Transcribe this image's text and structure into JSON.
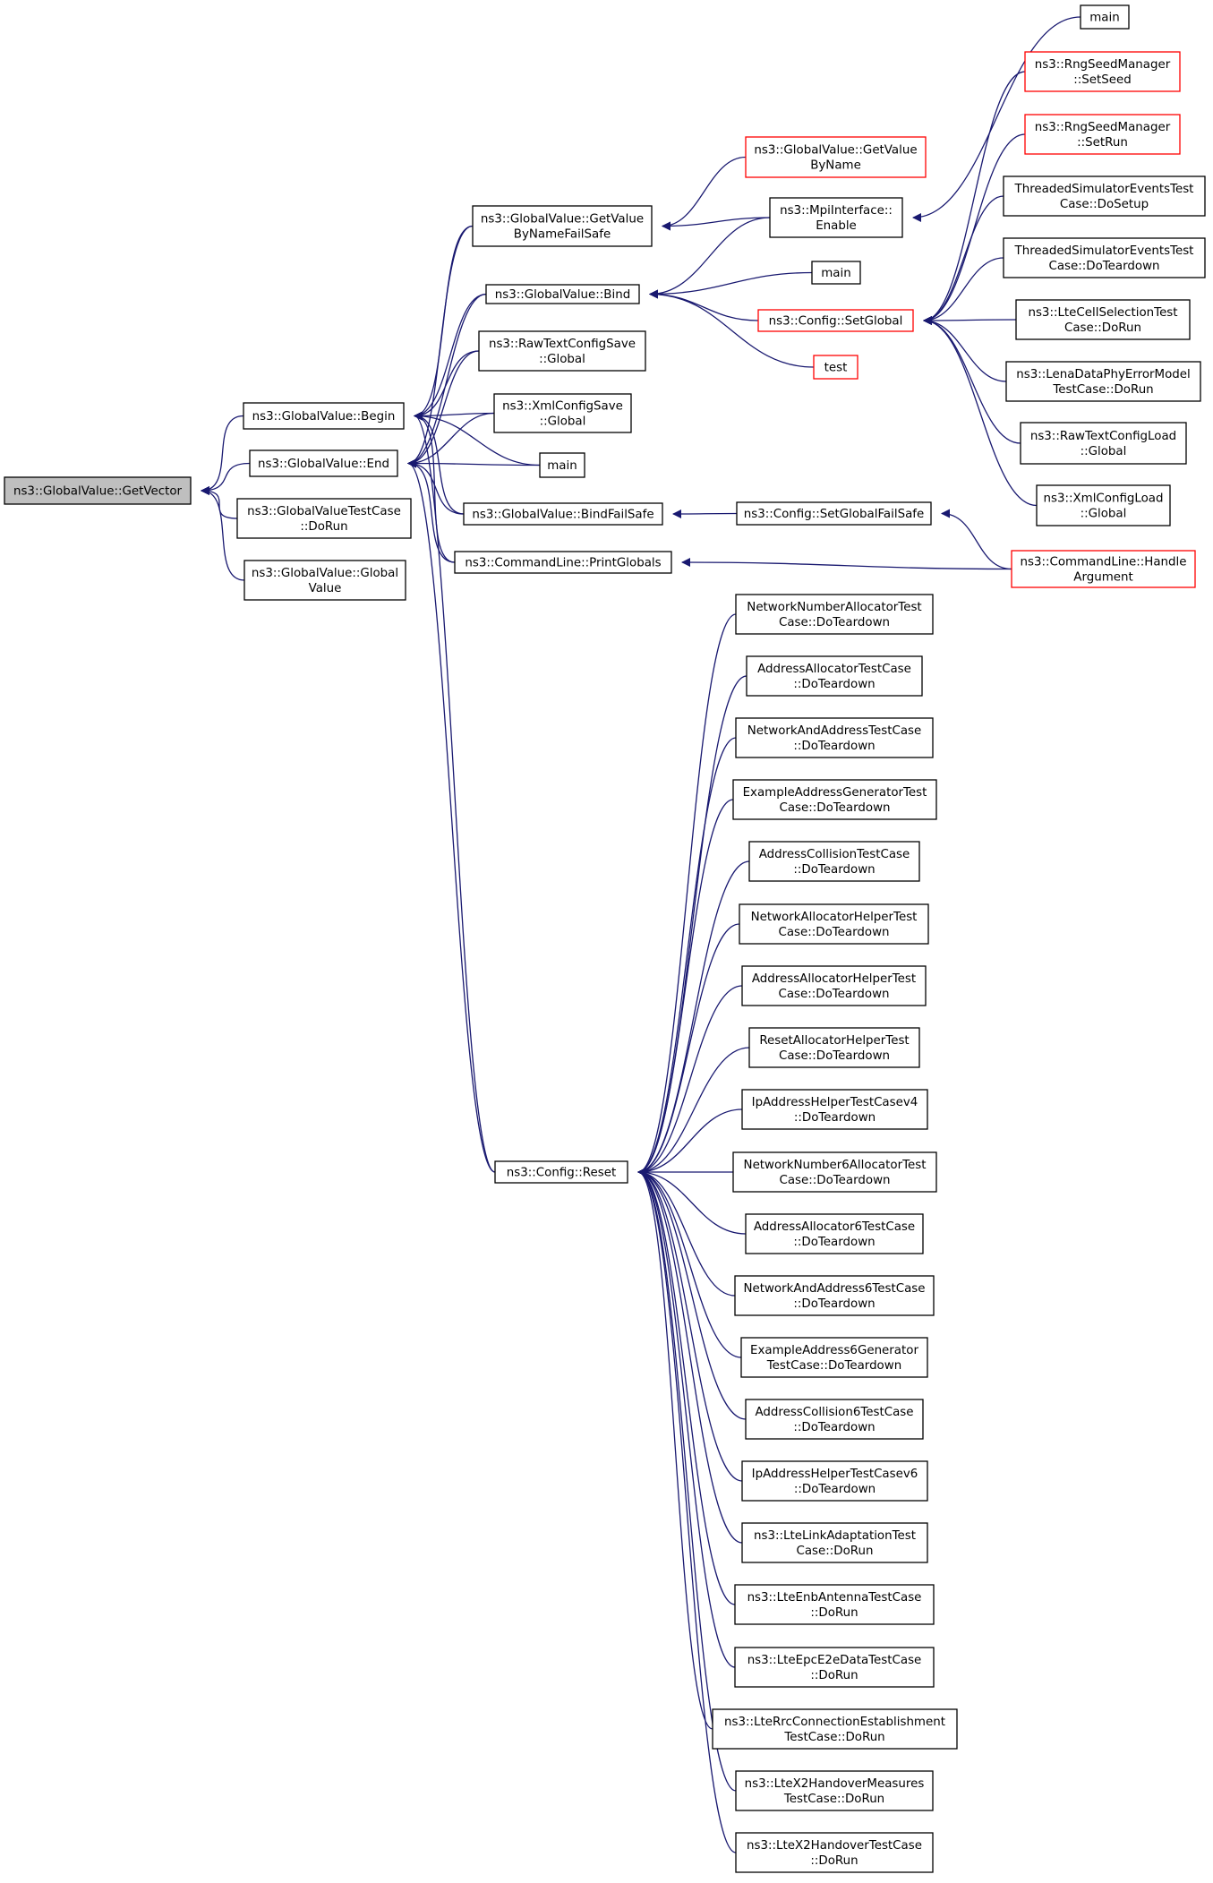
{
  "colors": {
    "edge": "#191970",
    "arrowhead": "#191970",
    "node_border": "#000000",
    "node_border_truncated": "#ff0000",
    "root_fill": "#bfbfbf",
    "node_fill": "#ffffff",
    "text": "#000000"
  },
  "nodes": [
    {
      "id": "getvector",
      "lines": [
        "ns3::GlobalValue::GetVector"
      ],
      "root": true
    },
    {
      "id": "begin",
      "lines": [
        "ns3::GlobalValue::Begin"
      ]
    },
    {
      "id": "end",
      "lines": [
        "ns3::GlobalValue::End"
      ]
    },
    {
      "id": "gvtestcase",
      "lines": [
        "ns3::GlobalValueTestCase",
        "::DoRun"
      ]
    },
    {
      "id": "gvglobal",
      "lines": [
        "ns3::GlobalValue::Global",
        "Value"
      ]
    },
    {
      "id": "getvaluebyname_failsafe",
      "lines": [
        "ns3::GlobalValue::GetValue",
        "ByNameFailSafe"
      ]
    },
    {
      "id": "bind",
      "lines": [
        "ns3::GlobalValue::Bind"
      ]
    },
    {
      "id": "rawtextsave",
      "lines": [
        "ns3::RawTextConfigSave",
        "::Global"
      ]
    },
    {
      "id": "xmlsave",
      "lines": [
        "ns3::XmlConfigSave",
        "::Global"
      ]
    },
    {
      "id": "main_center",
      "lines": [
        "main"
      ]
    },
    {
      "id": "bindfailsafe",
      "lines": [
        "ns3::GlobalValue::BindFailSafe"
      ]
    },
    {
      "id": "printglobals",
      "lines": [
        "ns3::CommandLine::PrintGlobals"
      ]
    },
    {
      "id": "getvaluebyname",
      "lines": [
        "ns3::GlobalValue::GetValue",
        "ByName"
      ],
      "truncated": true
    },
    {
      "id": "mpienable",
      "lines": [
        "ns3::MpiInterface::",
        "Enable"
      ]
    },
    {
      "id": "main_bind",
      "lines": [
        "main"
      ]
    },
    {
      "id": "setglobal",
      "lines": [
        "ns3::Config::SetGlobal"
      ],
      "truncated": true
    },
    {
      "id": "test",
      "lines": [
        "test"
      ],
      "truncated": true
    },
    {
      "id": "setglobalfailsafe",
      "lines": [
        "ns3::Config::SetGlobalFailSafe"
      ]
    },
    {
      "id": "handleargument",
      "lines": [
        "ns3::CommandLine::Handle",
        "Argument"
      ],
      "truncated": true
    },
    {
      "id": "main_top",
      "lines": [
        "main"
      ]
    },
    {
      "id": "rngsetseed",
      "lines": [
        "ns3::RngSeedManager",
        "::SetSeed"
      ],
      "truncated": true
    },
    {
      "id": "rngsetrun",
      "lines": [
        "ns3::RngSeedManager",
        "::SetRun"
      ],
      "truncated": true
    },
    {
      "id": "threaded_setup",
      "lines": [
        "ThreadedSimulatorEventsTest",
        "Case::DoSetup"
      ]
    },
    {
      "id": "threaded_teardown",
      "lines": [
        "ThreadedSimulatorEventsTest",
        "Case::DoTeardown"
      ]
    },
    {
      "id": "ltecellselection",
      "lines": [
        "ns3::LteCellSelectionTest",
        "Case::DoRun"
      ]
    },
    {
      "id": "lenadataphy",
      "lines": [
        "ns3::LenaDataPhyErrorModel",
        "TestCase::DoRun"
      ]
    },
    {
      "id": "rawtextload",
      "lines": [
        "ns3::RawTextConfigLoad",
        "::Global"
      ]
    },
    {
      "id": "xmlload",
      "lines": [
        "ns3::XmlConfigLoad",
        "::Global"
      ]
    },
    {
      "id": "configreset",
      "lines": [
        "ns3::Config::Reset"
      ]
    },
    {
      "id": "r01",
      "lines": [
        "NetworkNumberAllocatorTest",
        "Case::DoTeardown"
      ]
    },
    {
      "id": "r02",
      "lines": [
        "AddressAllocatorTestCase",
        "::DoTeardown"
      ]
    },
    {
      "id": "r03",
      "lines": [
        "NetworkAndAddressTestCase",
        "::DoTeardown"
      ]
    },
    {
      "id": "r04",
      "lines": [
        "ExampleAddressGeneratorTest",
        "Case::DoTeardown"
      ]
    },
    {
      "id": "r05",
      "lines": [
        "AddressCollisionTestCase",
        "::DoTeardown"
      ]
    },
    {
      "id": "r06",
      "lines": [
        "NetworkAllocatorHelperTest",
        "Case::DoTeardown"
      ]
    },
    {
      "id": "r07",
      "lines": [
        "AddressAllocatorHelperTest",
        "Case::DoTeardown"
      ]
    },
    {
      "id": "r08",
      "lines": [
        "ResetAllocatorHelperTest",
        "Case::DoTeardown"
      ]
    },
    {
      "id": "r09",
      "lines": [
        "IpAddressHelperTestCasev4",
        "::DoTeardown"
      ]
    },
    {
      "id": "r10",
      "lines": [
        "NetworkNumber6AllocatorTest",
        "Case::DoTeardown"
      ]
    },
    {
      "id": "r11",
      "lines": [
        "AddressAllocator6TestCase",
        "::DoTeardown"
      ]
    },
    {
      "id": "r12",
      "lines": [
        "NetworkAndAddress6TestCase",
        "::DoTeardown"
      ]
    },
    {
      "id": "r13",
      "lines": [
        "ExampleAddress6Generator",
        "TestCase::DoTeardown"
      ]
    },
    {
      "id": "r14",
      "lines": [
        "AddressCollision6TestCase",
        "::DoTeardown"
      ]
    },
    {
      "id": "r15",
      "lines": [
        "IpAddressHelperTestCasev6",
        "::DoTeardown"
      ]
    },
    {
      "id": "r16",
      "lines": [
        "ns3::LteLinkAdaptationTest",
        "Case::DoRun"
      ]
    },
    {
      "id": "r17",
      "lines": [
        "ns3::LteEnbAntennaTestCase",
        "::DoRun"
      ]
    },
    {
      "id": "r18",
      "lines": [
        "ns3::LteEpcE2eDataTestCase",
        "::DoRun"
      ]
    },
    {
      "id": "r19",
      "lines": [
        "ns3::LteRrcConnectionEstablishment",
        "TestCase::DoRun"
      ]
    },
    {
      "id": "r20",
      "lines": [
        "ns3::LteX2HandoverMeasures",
        "TestCase::DoRun"
      ]
    },
    {
      "id": "r21",
      "lines": [
        "ns3::LteX2HandoverTestCase",
        "::DoRun"
      ]
    }
  ],
  "edges": [
    [
      "getvector",
      "begin"
    ],
    [
      "getvector",
      "end"
    ],
    [
      "getvector",
      "gvtestcase"
    ],
    [
      "getvector",
      "gvglobal"
    ],
    [
      "begin",
      "getvaluebyname_failsafe"
    ],
    [
      "begin",
      "bind"
    ],
    [
      "begin",
      "rawtextsave"
    ],
    [
      "begin",
      "xmlsave"
    ],
    [
      "begin",
      "main_center"
    ],
    [
      "begin",
      "bindfailsafe"
    ],
    [
      "begin",
      "printglobals"
    ],
    [
      "begin",
      "configreset"
    ],
    [
      "end",
      "getvaluebyname_failsafe"
    ],
    [
      "end",
      "bind"
    ],
    [
      "end",
      "rawtextsave"
    ],
    [
      "end",
      "xmlsave"
    ],
    [
      "end",
      "main_center"
    ],
    [
      "end",
      "bindfailsafe"
    ],
    [
      "end",
      "printglobals"
    ],
    [
      "end",
      "configreset"
    ],
    [
      "getvaluebyname_failsafe",
      "getvaluebyname"
    ],
    [
      "getvaluebyname_failsafe",
      "mpienable"
    ],
    [
      "bind",
      "mpienable"
    ],
    [
      "bind",
      "main_bind"
    ],
    [
      "bind",
      "setglobal"
    ],
    [
      "bind",
      "test"
    ],
    [
      "mpienable",
      "main_top"
    ],
    [
      "setglobal",
      "rngsetseed"
    ],
    [
      "setglobal",
      "rngsetrun"
    ],
    [
      "setglobal",
      "threaded_setup"
    ],
    [
      "setglobal",
      "threaded_teardown"
    ],
    [
      "setglobal",
      "ltecellselection"
    ],
    [
      "setglobal",
      "lenadataphy"
    ],
    [
      "setglobal",
      "rawtextload"
    ],
    [
      "setglobal",
      "xmlload"
    ],
    [
      "bindfailsafe",
      "setglobalfailsafe"
    ],
    [
      "setglobalfailsafe",
      "handleargument"
    ],
    [
      "printglobals",
      "handleargument"
    ],
    [
      "configreset",
      "r01"
    ],
    [
      "configreset",
      "r02"
    ],
    [
      "configreset",
      "r03"
    ],
    [
      "configreset",
      "r04"
    ],
    [
      "configreset",
      "r05"
    ],
    [
      "configreset",
      "r06"
    ],
    [
      "configreset",
      "r07"
    ],
    [
      "configreset",
      "r08"
    ],
    [
      "configreset",
      "r09"
    ],
    [
      "configreset",
      "r10"
    ],
    [
      "configreset",
      "r11"
    ],
    [
      "configreset",
      "r12"
    ],
    [
      "configreset",
      "r13"
    ],
    [
      "configreset",
      "r14"
    ],
    [
      "configreset",
      "r15"
    ],
    [
      "configreset",
      "r16"
    ],
    [
      "configreset",
      "r17"
    ],
    [
      "configreset",
      "r18"
    ],
    [
      "configreset",
      "r19"
    ],
    [
      "configreset",
      "r20"
    ],
    [
      "configreset",
      "r21"
    ]
  ]
}
